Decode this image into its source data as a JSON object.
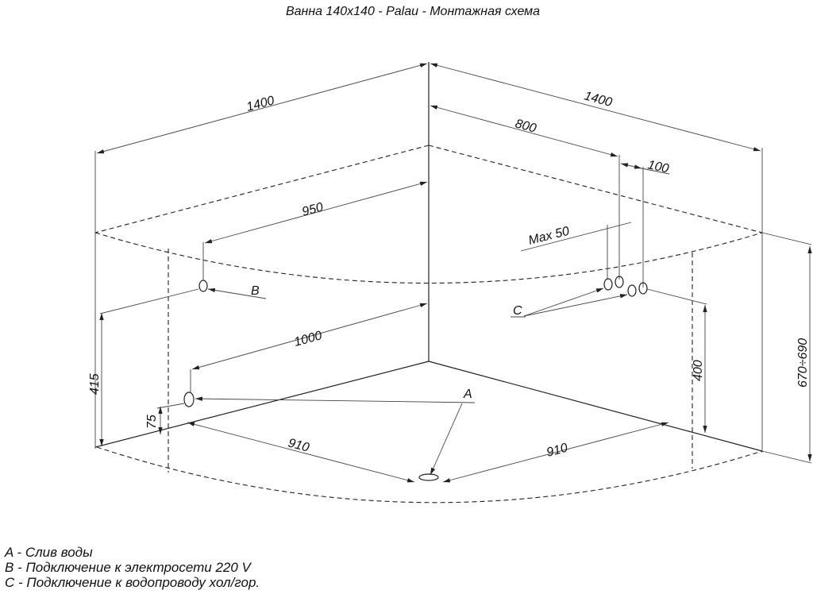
{
  "title": "Ванна 140x140 - Palau - Монтажная схема",
  "dimensions": {
    "left_width": "1400",
    "right_width": "1400",
    "right_pipe_offset": "800",
    "pipe_spacing": "100",
    "max_offset": "Max  50",
    "electric_offset": "950",
    "drain_offset": "1000",
    "left_floor": "910",
    "right_floor": "910",
    "electric_height": "415",
    "overflow_height": "75",
    "water_height": "400",
    "total_height": "670÷690"
  },
  "markers": {
    "a": "A",
    "b": "B",
    "c": "C"
  },
  "legend": [
    "A - Слив воды",
    "B - Подключение к электросети 220 V",
    "C - Подключение к водопроводу хол/гор."
  ]
}
